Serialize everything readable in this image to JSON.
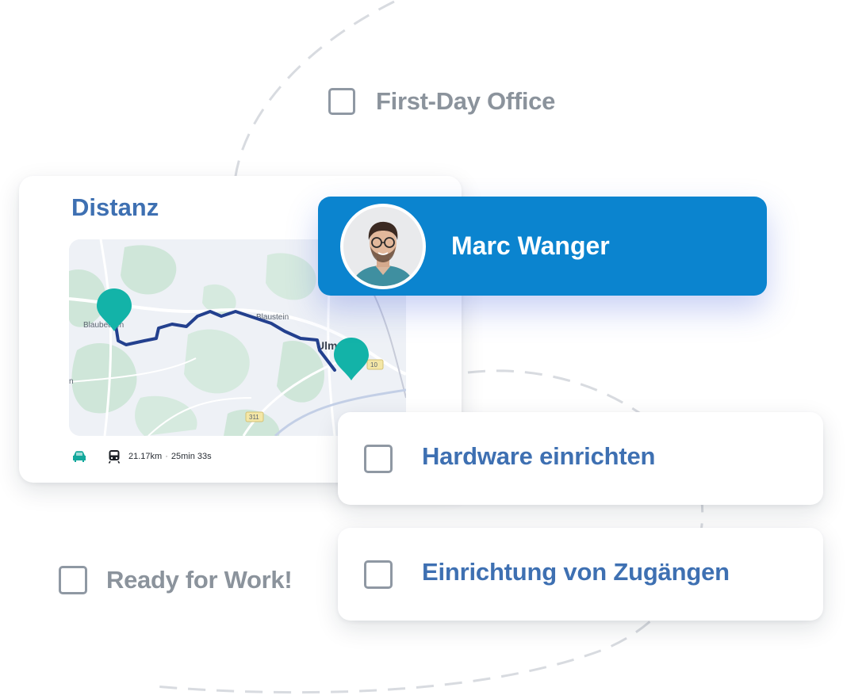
{
  "tasks": {
    "first_day_office": "First-Day Office",
    "ready_for_work": "Ready for Work!",
    "hardware": "Hardware einrichten",
    "access": "Einrichtung von Zugängen"
  },
  "distance_card": {
    "title": "Distanz",
    "distance": "21.17km",
    "separator": "·",
    "duration": "25min 33s",
    "map_labels": {
      "start_town": "Blaubeuren",
      "mid_town": "Blaustein",
      "end_town": "Ulm",
      "edge_label": "n",
      "road_10": "10",
      "road_311": "311"
    }
  },
  "person": {
    "name": "Marc Wanger"
  },
  "icons": {
    "car": "car-icon",
    "train": "train-icon",
    "pin": "map-pin-icon",
    "checkbox": "checkbox-icon"
  },
  "colors": {
    "accent_blue": "#0b84cf",
    "title_blue": "#3e70b2",
    "muted_gray": "#8b939c",
    "pin_teal": "#13b3a8",
    "route_navy": "#23408e"
  }
}
